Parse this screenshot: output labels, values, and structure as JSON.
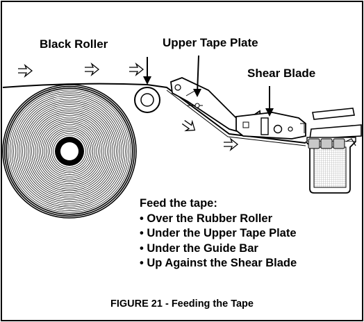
{
  "labels": {
    "black_roller": "Black Roller",
    "upper_tape_plate": "Upper Tape Plate",
    "shear_blade": "Shear Blade"
  },
  "instructions": {
    "heading": "Feed the tape:",
    "steps": [
      "Over the Rubber Roller",
      "Under the Upper Tape Plate",
      "Under the Guide Bar",
      "Up Against the Shear Blade"
    ]
  },
  "caption": "FIGURE 21 - Feeding the Tape",
  "colors": {
    "ink": "#000000",
    "paper": "#ffffff",
    "mesh": "#b8b8b8"
  },
  "icons": [
    "feed-direction-arrow-icon",
    "pointer-arrow-icon"
  ]
}
